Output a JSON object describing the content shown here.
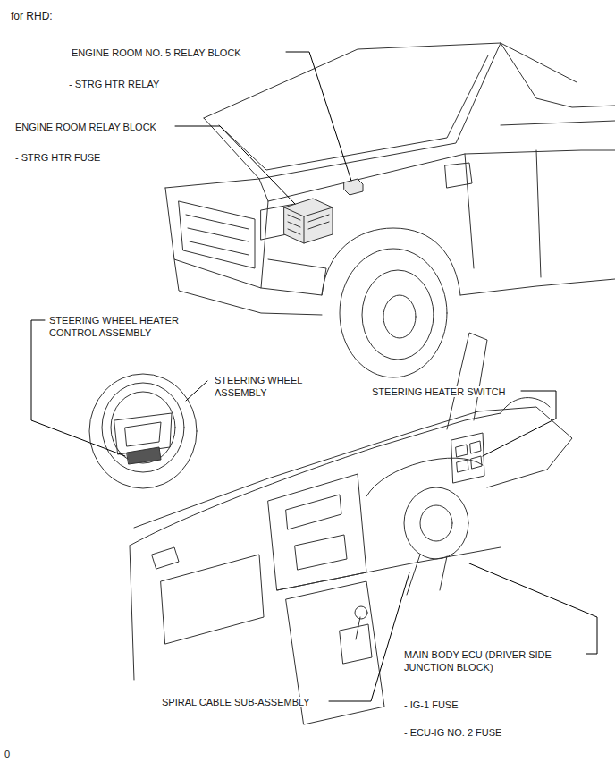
{
  "diagram": {
    "title": "for RHD:",
    "labels": [
      "ENGINE ROOM NO. 5 RELAY BLOCK",
      "- STRG HTR RELAY",
      "ENGINE ROOM RELAY BLOCK",
      "- STRG HTR FUSE",
      "STEERING WHEEL HEATER CONTROL ASSEMBLY",
      "STEERING WHEEL ASSEMBLY",
      "STEERING HEATER SWITCH",
      "MAIN BODY ECU (DRIVER SIDE JUNCTION BLOCK)",
      "SPIRAL CABLE SUB-ASSEMBLY",
      "- IG-1 FUSE",
      "- ECU-IG NO. 2 FUSE",
      "0"
    ]
  }
}
